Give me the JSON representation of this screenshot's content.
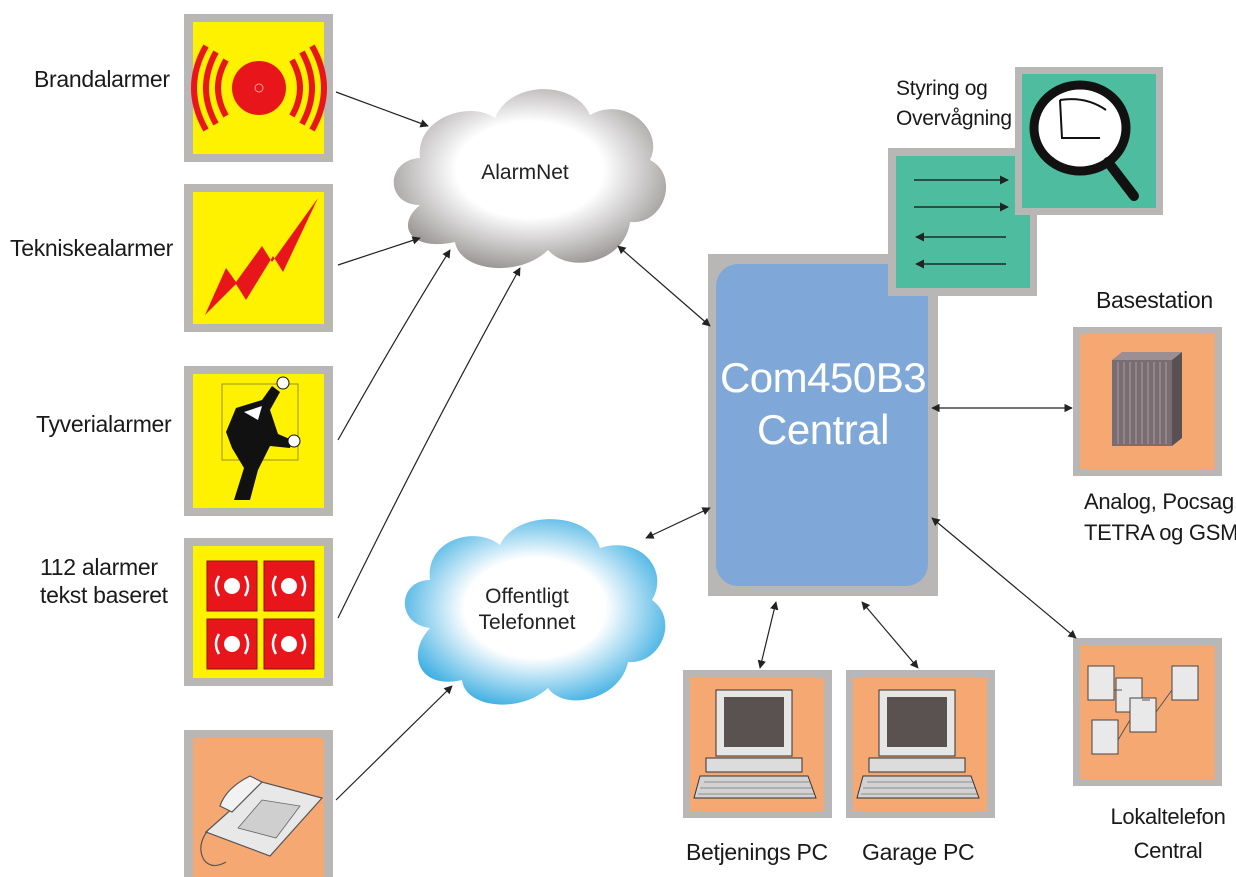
{
  "alarms": {
    "brand": "Brandalarmer",
    "teknisk": "Tekniskealarmer",
    "tyveri": "Tyverialarmer",
    "alarm112_line1": "112 alarmer",
    "alarm112_line2": "tekst baseret"
  },
  "clouds": {
    "alarmnet": "AlarmNet",
    "telefonnet_line1": "Offentligt",
    "telefonnet_line2": "Telefonnet"
  },
  "central": {
    "line1": "Com450B3",
    "line2": "Central"
  },
  "monitoring": {
    "line1": "Styring og",
    "line2": "Overvågning"
  },
  "basestation": {
    "title": "Basestation",
    "sub_line1": "Analog, Pocsag,",
    "sub_line2": "TETRA og GSM"
  },
  "pcs": {
    "betjenings": "Betjenings PC",
    "garage": "Garage PC"
  },
  "lokal": {
    "line1": "Lokaltelefon",
    "line2": "Central"
  },
  "colors": {
    "yellow_panel": "#fff200",
    "orange_panel": "#f6a873",
    "frame_gray": "#b9b6b6",
    "teal_panel": "#4dbc9f",
    "central_blue": "#7fa8d9",
    "alarm_red": "#e8161b",
    "cloud_blue": "#29abe2"
  }
}
